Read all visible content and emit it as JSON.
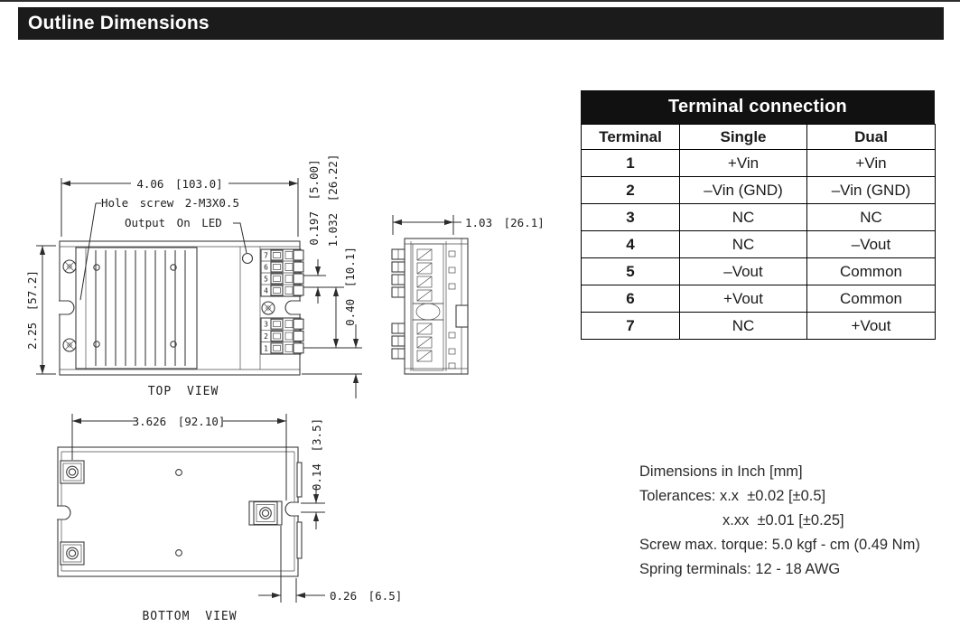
{
  "page": {
    "title": "Outline Dimensions"
  },
  "colors": {
    "header_bg": "#1b1b1b",
    "table_header_bg": "#111111",
    "drawing_line": "#3d3d3d"
  },
  "terminal_table": {
    "title": "Terminal connection",
    "columns": [
      "Terminal",
      "Single",
      "Dual"
    ],
    "rows": [
      {
        "terminal": "1",
        "single": "+Vin",
        "dual": "+Vin"
      },
      {
        "terminal": "2",
        "single": "–Vin (GND)",
        "dual": "–Vin (GND)"
      },
      {
        "terminal": "3",
        "single": "NC",
        "dual": "NC"
      },
      {
        "terminal": "4",
        "single": "NC",
        "dual": "–Vout"
      },
      {
        "terminal": "5",
        "single": "–Vout",
        "dual": "Common"
      },
      {
        "terminal": "6",
        "single": "+Vout",
        "dual": "Common"
      },
      {
        "terminal": "7",
        "single": "NC",
        "dual": "+Vout"
      }
    ]
  },
  "drawings": {
    "top_view": {
      "label": "TOP VIEW",
      "dim_width": "4.06 [103.0]",
      "dim_height": "2.25 [57.2]",
      "dim_terminal_offset": "0.197 [5.00]",
      "dim_terminal_block": "1.032 [26.22]",
      "dim_gap": "0.40 [10.1]",
      "callout_hole_screw": "Hole screw 2-M3X0.5",
      "callout_led": "Output On LED",
      "upper_pins": [
        "7",
        "6",
        "5",
        "4"
      ],
      "lower_pins": [
        "3",
        "2",
        "1"
      ]
    },
    "side_view": {
      "dim_depth": "1.03 [26.1]"
    },
    "bottom_view": {
      "label": "BOTTOM VIEW",
      "dim_width": "3.626 [92.10]",
      "dim_tab": "0.14 [3.5]",
      "dim_offset": "0.26 [6.5]"
    }
  },
  "notes": {
    "line1": "Dimensions in Inch [mm]",
    "line2": "Tolerances: x.x  ±0.02 [±0.5]",
    "line3": "x.xx  ±0.01 [±0.25]",
    "line4": "Screw max. torque: 5.0 kgf - cm (0.49 Nm)",
    "line5": "Spring terminals: 12 - 18 AWG"
  }
}
